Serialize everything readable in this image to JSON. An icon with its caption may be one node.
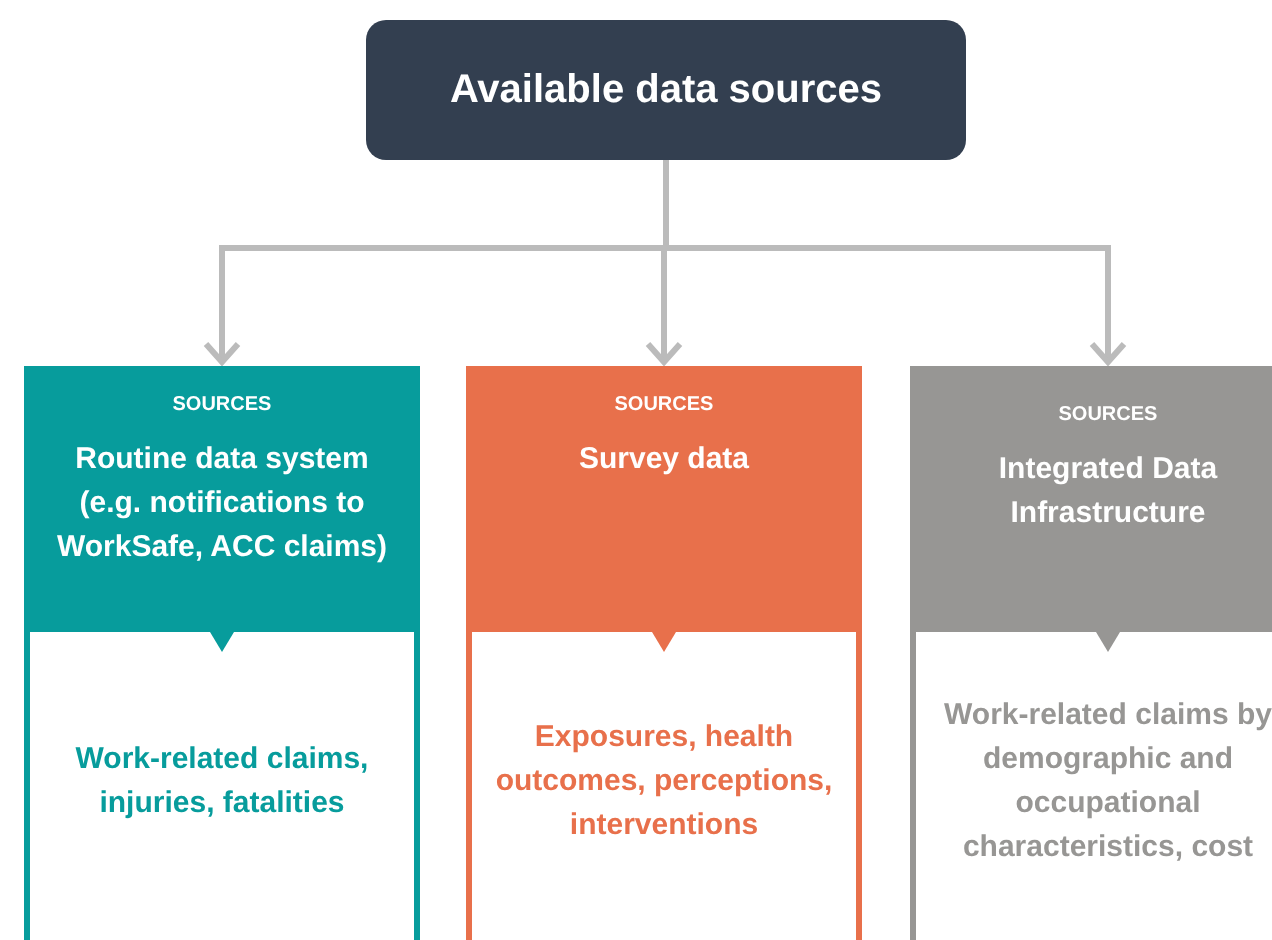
{
  "diagram": {
    "nodes": [
      {
        "text": [
          "Available data sources"
        ]
      },
      {
        "text": [
          "SOURCES",
          "Routine data system (e.g. notifications to WorkSafe, ACC claims)"
        ]
      },
      {
        "text": [
          "Work-related claims, injuries, fatalities"
        ]
      },
      {
        "text": [
          "SOURCES",
          "Survey data"
        ]
      },
      {
        "text": [
          "Exposures, health outcomes, perceptions, interventions"
        ]
      },
      {
        "text": [
          "SOURCES",
          "Integrated Data Infrastructure"
        ]
      },
      {
        "text": [
          "Work-related claims by demographic and occupational characteristics, cost"
        ]
      }
    ],
    "edges": [
      {
        "from": 0,
        "to": 1,
        "arrow": "to",
        "color": "#bbbbbb"
      },
      {
        "from": 0,
        "to": 3,
        "arrow": "to",
        "color": "#bbbbbb"
      },
      {
        "from": 0,
        "to": 5,
        "arrow": "to",
        "color": "#bbbbbb"
      },
      {
        "from": 1,
        "to": 2,
        "arrow": "to",
        "color": "#079c9c"
      },
      {
        "from": 3,
        "to": 4,
        "arrow": "to",
        "color": "#e8704b"
      },
      {
        "from": 5,
        "to": 6,
        "arrow": "to",
        "color": "#979694"
      }
    ]
  }
}
